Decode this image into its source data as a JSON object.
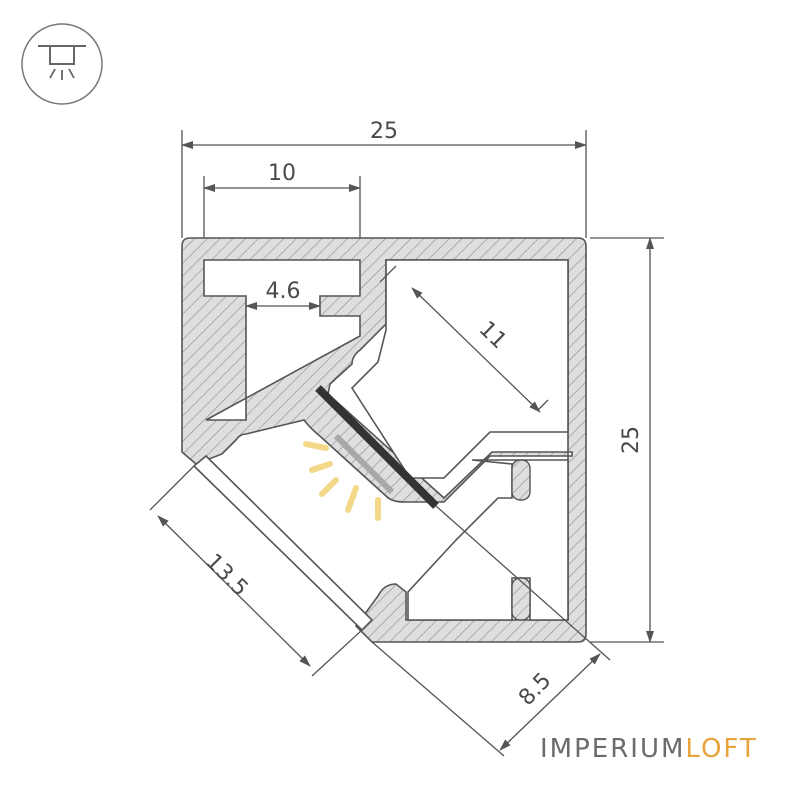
{
  "icon": {
    "name": "ceiling-downlight-icon"
  },
  "dimensions": {
    "overall_width": "25",
    "overall_height": "25",
    "top_chamber_width": "10",
    "slot_opening": "4.6",
    "led_strip_width": "11",
    "diffuser_width": "13.5",
    "corner_depth": "8.5"
  },
  "brand": {
    "primary": "IMPERIUM",
    "accent": "LOFT"
  },
  "colors": {
    "profile_fill": "#d9d9d9",
    "profile_outline": "#555555",
    "hatch": "#8c8c8c",
    "led_strip": "#333333",
    "diffuser": "#a8a8a8",
    "light_rays": "#f3d88a",
    "brand_accent": "#e8a33c"
  }
}
